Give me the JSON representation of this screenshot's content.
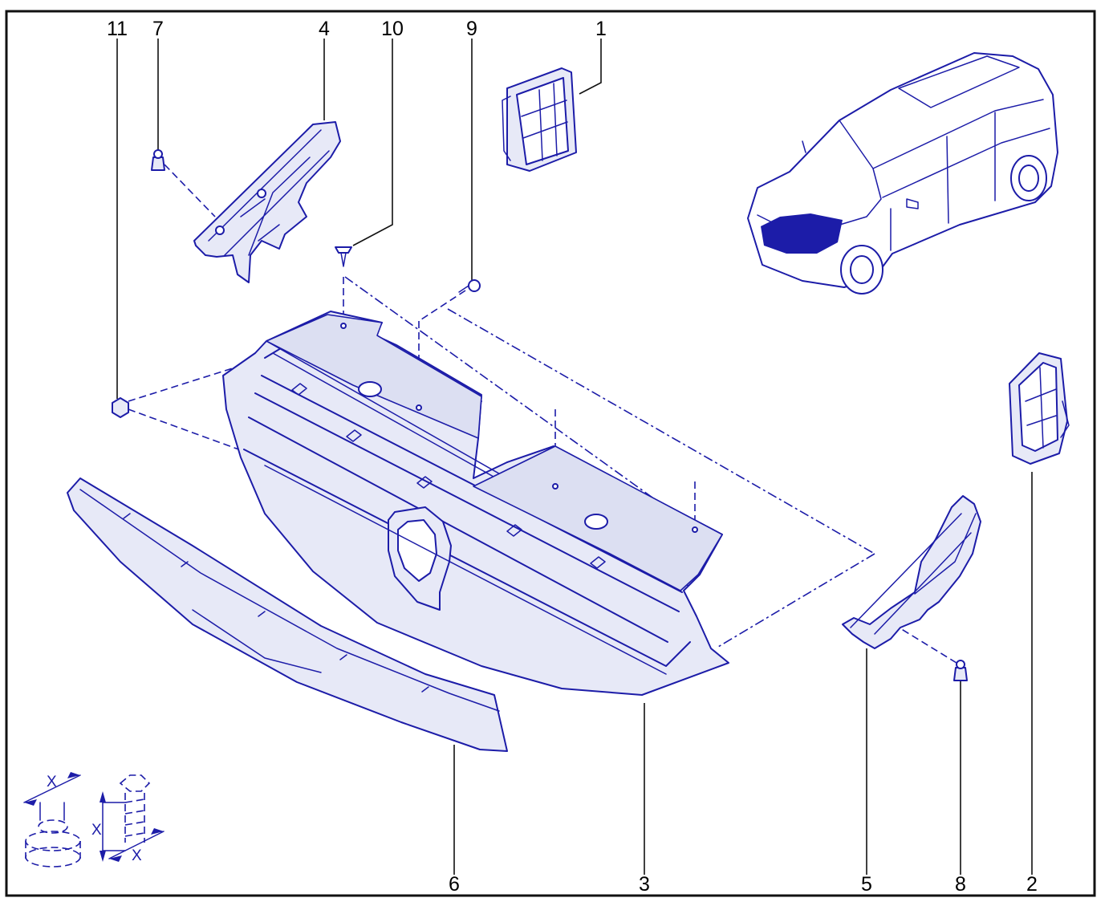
{
  "callouts": [
    {
      "id": "1",
      "label": "1"
    },
    {
      "id": "2",
      "label": "2"
    },
    {
      "id": "3",
      "label": "3"
    },
    {
      "id": "4",
      "label": "4"
    },
    {
      "id": "5",
      "label": "5"
    },
    {
      "id": "6",
      "label": "6"
    },
    {
      "id": "7",
      "label": "7"
    },
    {
      "id": "8",
      "label": "8"
    },
    {
      "id": "9",
      "label": "9"
    },
    {
      "id": "10",
      "label": "10"
    },
    {
      "id": "11",
      "label": "11"
    }
  ],
  "dimension_symbol": "X",
  "colors": {
    "line": "#1c1ca8",
    "part_fill": "#e7e9f7",
    "text": "#000000",
    "frame": "#111111"
  }
}
